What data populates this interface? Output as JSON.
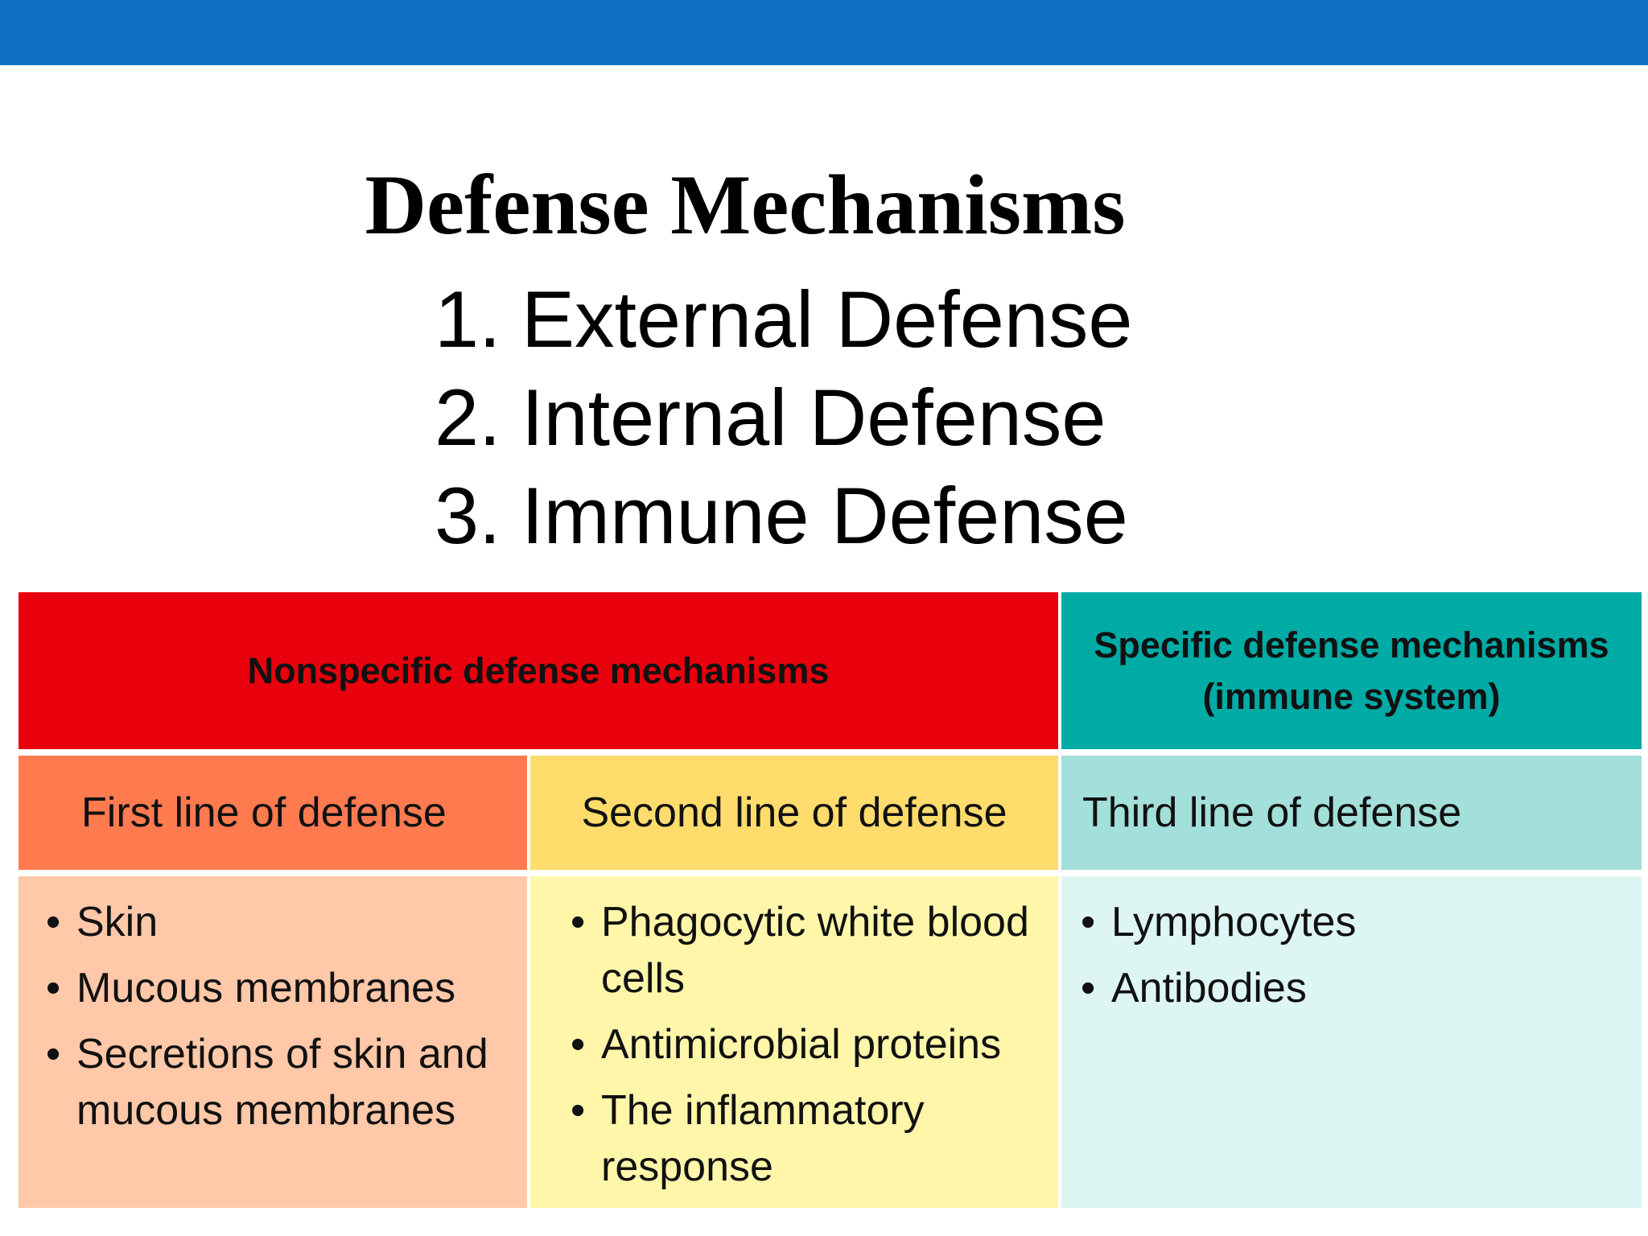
{
  "slide": {
    "title": "Defense Mechanisms",
    "outline": [
      {
        "number": "1.",
        "text": "External Defense"
      },
      {
        "number": "2.",
        "text": "Internal Defense"
      },
      {
        "number": "3.",
        "text": "Immune Defense"
      }
    ]
  },
  "table": {
    "nonspecific_header": "Nonspecific defense mechanisms",
    "specific_header_line1": "Specific defense mechanisms",
    "specific_header_line2": "(immune system)",
    "columns": [
      {
        "heading": "First line of defense",
        "items": [
          "Skin",
          "Mucous membranes",
          "Secretions of skin and mucous membranes"
        ]
      },
      {
        "heading": "Second line of defense",
        "items": [
          "Phagocytic white blood cells",
          "Antimicrobial proteins",
          "The inflammatory response"
        ]
      },
      {
        "heading": "Third line of defense",
        "items": [
          "Lymphocytes",
          "Antibodies"
        ]
      }
    ]
  },
  "colors": {
    "top_bar": "#1070c4",
    "nonspecific_header": "#e8000d",
    "specific_header": "#00aaa5",
    "first_line_heading": "#ff7a4f",
    "second_line_heading": "#ffdc6c",
    "third_line_heading": "#a3dfdb",
    "first_line_body": "#ffc8a8",
    "second_line_body": "#fff6aa",
    "third_line_body": "#ddf6f3"
  }
}
